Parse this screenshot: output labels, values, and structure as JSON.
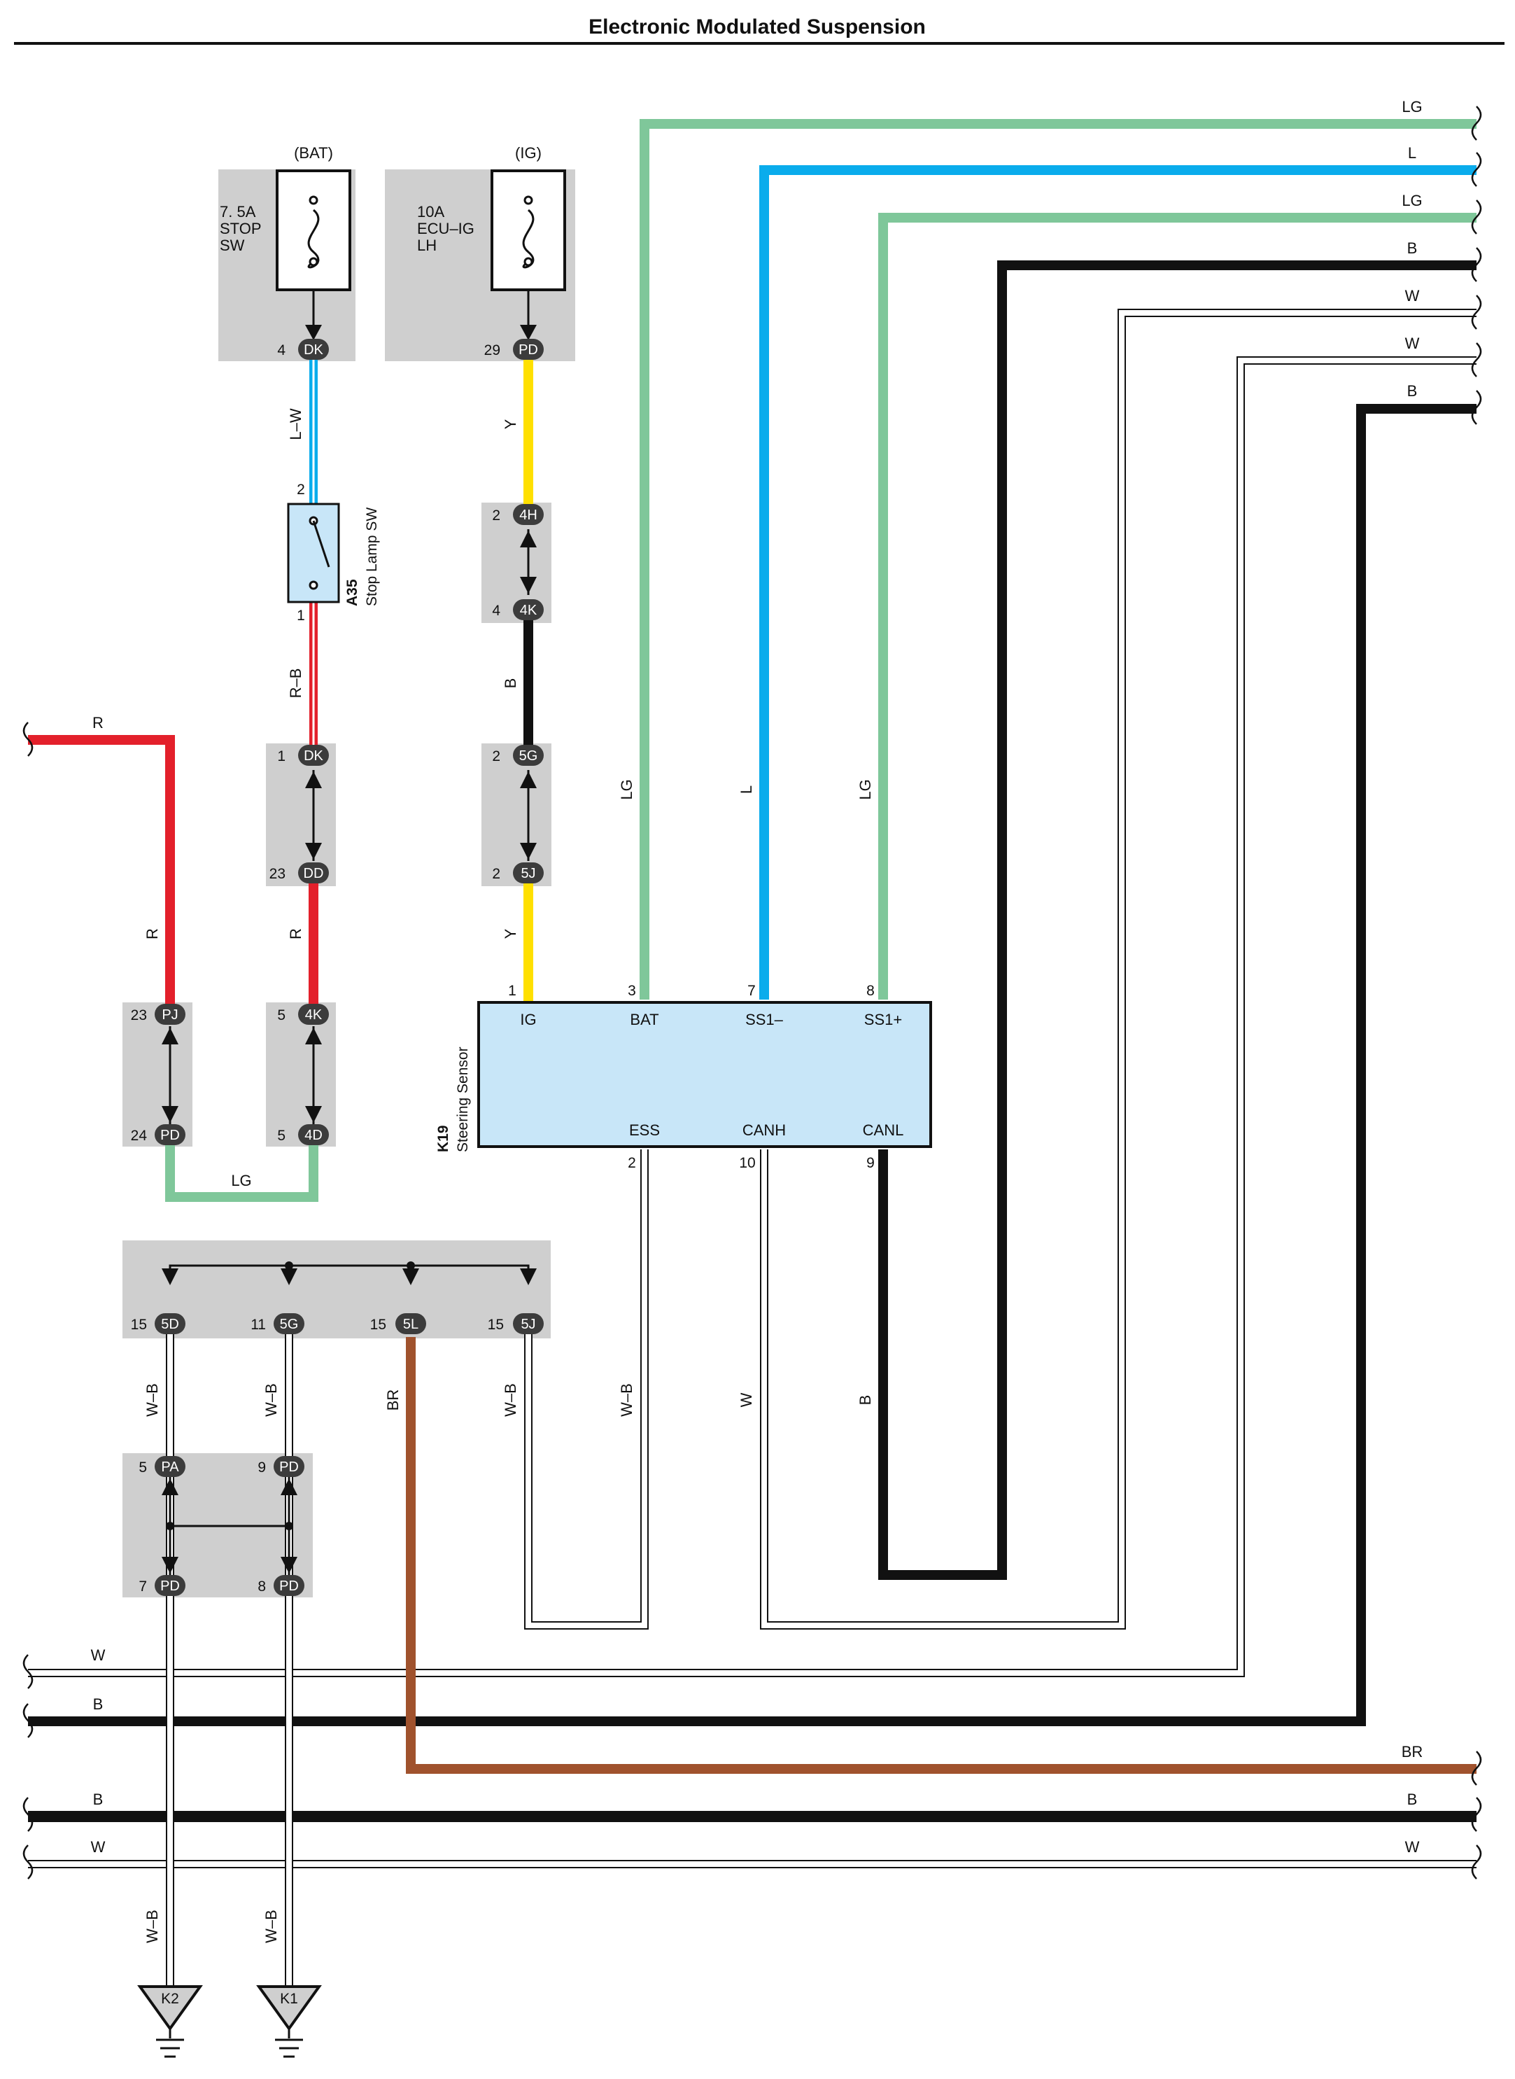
{
  "title": "Electronic Modulated Suspension",
  "fuses": [
    {
      "supply": "(BAT)",
      "lines": [
        "7. 5A",
        "STOP",
        "SW"
      ],
      "pin": "4",
      "conn": "DK"
    },
    {
      "supply": "(IG)",
      "lines": [
        "10A",
        "ECU–IG",
        "LH"
      ],
      "pin": "29",
      "conn": "PD"
    }
  ],
  "stop_switch": {
    "id": "A35",
    "name": "Stop Lamp SW",
    "pin_top": "2",
    "pin_bottom": "1"
  },
  "steering_sensor": {
    "id": "K19",
    "name": "Steering Sensor",
    "top_terminals": [
      {
        "pin": "1",
        "name": "IG"
      },
      {
        "pin": "3",
        "name": "BAT"
      },
      {
        "pin": "7",
        "name": "SS1–"
      },
      {
        "pin": "8",
        "name": "SS1+"
      }
    ],
    "bottom_terminals": [
      {
        "pin": "2",
        "name": "ESS"
      },
      {
        "pin": "10",
        "name": "CANH"
      },
      {
        "pin": "9",
        "name": "CANL"
      }
    ]
  },
  "connectors": [
    {
      "pin": "2",
      "conn": "4H"
    },
    {
      "pin": "4",
      "conn": "4K"
    },
    {
      "pin": "2",
      "conn": "5G"
    },
    {
      "pin": "2",
      "conn": "5J"
    },
    {
      "pin": "1",
      "conn": "DK"
    },
    {
      "pin": "23",
      "conn": "DD"
    },
    {
      "pin": "5",
      "conn": "4K"
    },
    {
      "pin": "5",
      "conn": "4D"
    },
    {
      "pin": "23",
      "conn": "PJ"
    },
    {
      "pin": "24",
      "conn": "PD"
    },
    {
      "pin": "15",
      "conn": "5D"
    },
    {
      "pin": "11",
      "conn": "5G"
    },
    {
      "pin": "15",
      "conn": "5L"
    },
    {
      "pin": "15",
      "conn": "5J"
    },
    {
      "pin": "5",
      "conn": "PA"
    },
    {
      "pin": "9",
      "conn": "PD"
    },
    {
      "pin": "7",
      "conn": "PD"
    },
    {
      "pin": "8",
      "conn": "PD"
    }
  ],
  "grounds": [
    "K2",
    "K1"
  ],
  "wire_labels": {
    "right_top": [
      "LG",
      "L",
      "LG",
      "B",
      "W",
      "W",
      "B"
    ],
    "lw": "L–W",
    "y": "Y",
    "rb": "R–B",
    "b": "B",
    "r": "R",
    "lg": "LG",
    "l": "L",
    "wb": "W–B",
    "br": "BR",
    "w": "W",
    "bottom_left": [
      "W",
      "B",
      "B",
      "W"
    ],
    "bottom_right": [
      "BR",
      "B",
      "W"
    ]
  },
  "wire_colors": {
    "LG": "#7fc79a",
    "L": "#0aacec",
    "Y": "#ffe000",
    "R": "#e3202b",
    "B": "#111111",
    "W": "#ffffff",
    "BR": "#a0522d",
    "LW": "#0aacec"
  }
}
